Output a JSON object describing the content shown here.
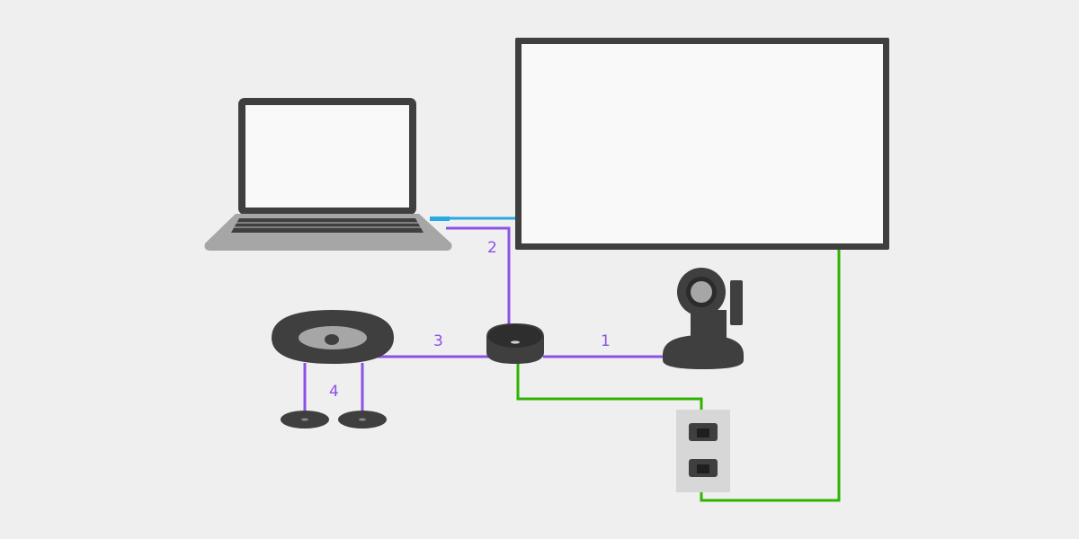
{
  "colors": {
    "background": "#efefef",
    "device_dark": "#3f3f3f",
    "device_light": "#a6a6a6",
    "screen_fill": "#f9f9f9",
    "usb_cable": "#8c52e6",
    "hdmi_cable": "#27a9e1",
    "power_cable": "#2db400",
    "outlet_plate": "#d7d7d7"
  },
  "devices": {
    "display": {
      "icon": "display-icon"
    },
    "laptop": {
      "icon": "laptop-icon"
    },
    "camera": {
      "icon": "ptz-camera-icon"
    },
    "hub": {
      "icon": "hub-icon"
    },
    "speakerphone": {
      "icon": "speakerphone-icon"
    },
    "mic_pods": {
      "icon": "microphone-pod-icon",
      "count": 2
    },
    "wall_outlet": {
      "icon": "wall-outlet-icon"
    }
  },
  "cables": {
    "label_1": "1",
    "label_2": "2",
    "label_3": "3",
    "label_4": "4"
  }
}
